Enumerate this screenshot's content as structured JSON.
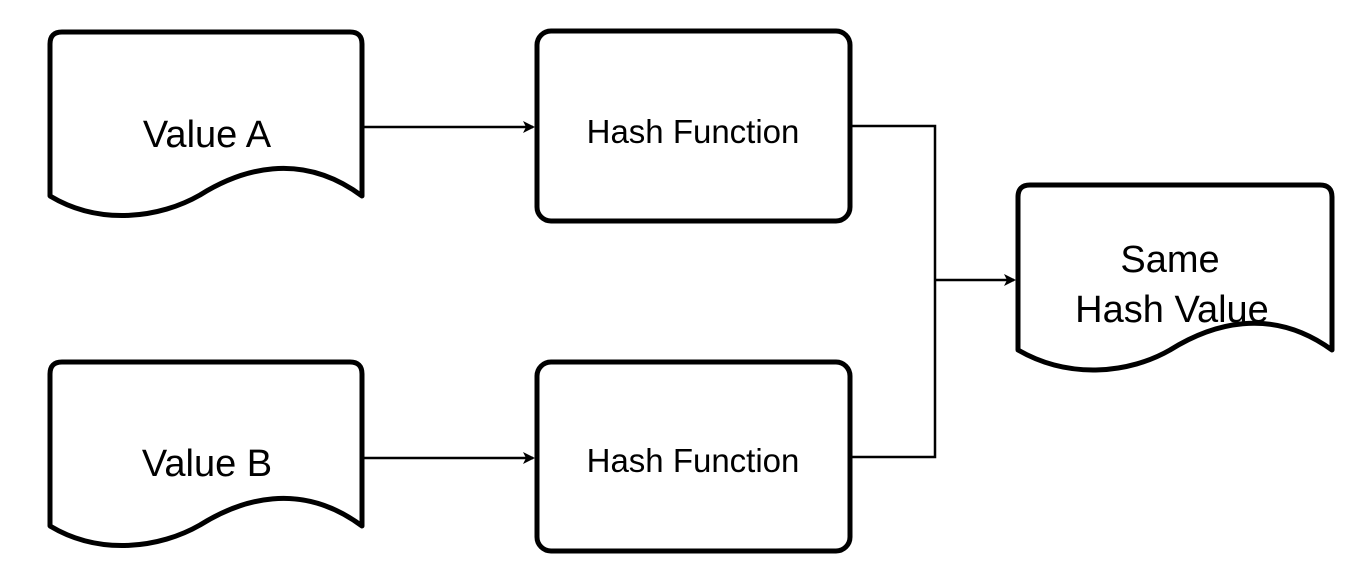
{
  "diagram": {
    "inputs": [
      {
        "label": "Value A"
      },
      {
        "label": "Value B"
      }
    ],
    "processes": [
      {
        "label": "Hash Function"
      },
      {
        "label": "Hash Function"
      }
    ],
    "output": {
      "lines": [
        "Same",
        "Hash Value"
      ]
    }
  },
  "colors": {
    "stroke": "#000000",
    "fill": "#ffffff"
  }
}
